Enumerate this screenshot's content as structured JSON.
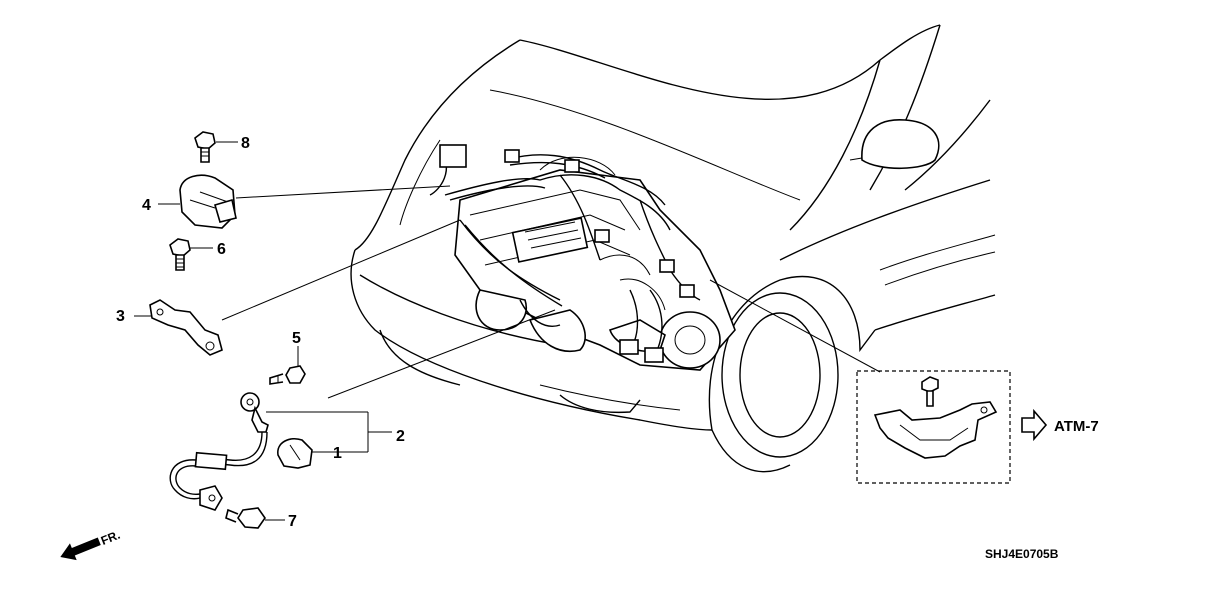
{
  "callouts": [
    "1",
    "2",
    "3",
    "4",
    "5",
    "6",
    "7",
    "8"
  ],
  "reference": "ATM-7",
  "direction": "FR.",
  "diagram_code": "SHJ4E0705B"
}
